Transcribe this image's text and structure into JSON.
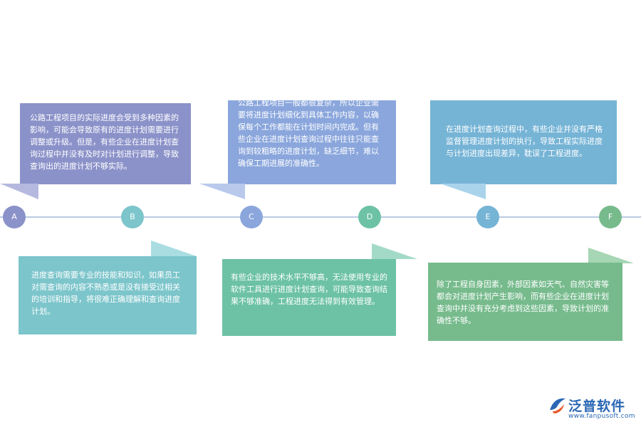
{
  "nodes": [
    {
      "label": "A",
      "color": "#8b92c9"
    },
    {
      "label": "B",
      "color": "#7cc5cb"
    },
    {
      "label": "C",
      "color": "#8aa6dc"
    },
    {
      "label": "D",
      "color": "#6dc2a6"
    },
    {
      "label": "E",
      "color": "#76b4d6"
    },
    {
      "label": "F",
      "color": "#77bb8d"
    }
  ],
  "cards": [
    {
      "id": "A",
      "text": "公路工程项目的实际进度会受到多种因素的影响，可能会导致原有的进度计划需要进行调整或升级。但是，有些企业在进度计划查询过程中并没有及时对计划进行调整，导致查询出的进度计划不够实际。",
      "color": "#8b92c9"
    },
    {
      "id": "B",
      "text": "进度查询需要专业的技能和知识，如果员工对需查询的内容不熟悉或是没有接受过相关的培训和指导，将很难正确理解和查询进度计划。",
      "color": "#7cc5cb"
    },
    {
      "id": "C",
      "text": "公路工程项目一般都很复杂，所以企业需要将进度计划细化到具体工作内容，以确保每个工作都能在计划时间内完成。但有些企业在进度计划查询过程中往往只能查询到较粗略的进度计划，缺乏细节，难以确保工期进展的准确性。",
      "color": "#8aa6dc"
    },
    {
      "id": "D",
      "text": "有些企业的技术水平不够高，无法使用专业的软件工具进行进度计划查询，可能导致查询结果不够准确，工程进度无法得到有效管理。",
      "color": "#6dc2a6"
    },
    {
      "id": "E",
      "text": "在进度计划查询过程中，有些企业并没有严格监督管理进度计划的执行，导致工程实际进度与计划进度出现差异，耽误了工程进度。",
      "color": "#76b4d6"
    },
    {
      "id": "F",
      "text": "除了工程自身因素，外部因素如天气、自然灾害等都会对进度计划产生影响，而有些企业在进度计划查询中并没有充分考虑到这些因素，导致计划的准确性不够。",
      "color": "#77bb8d"
    }
  ],
  "logo": {
    "name": "泛普软件",
    "url": "www.fanpusoft.com"
  }
}
